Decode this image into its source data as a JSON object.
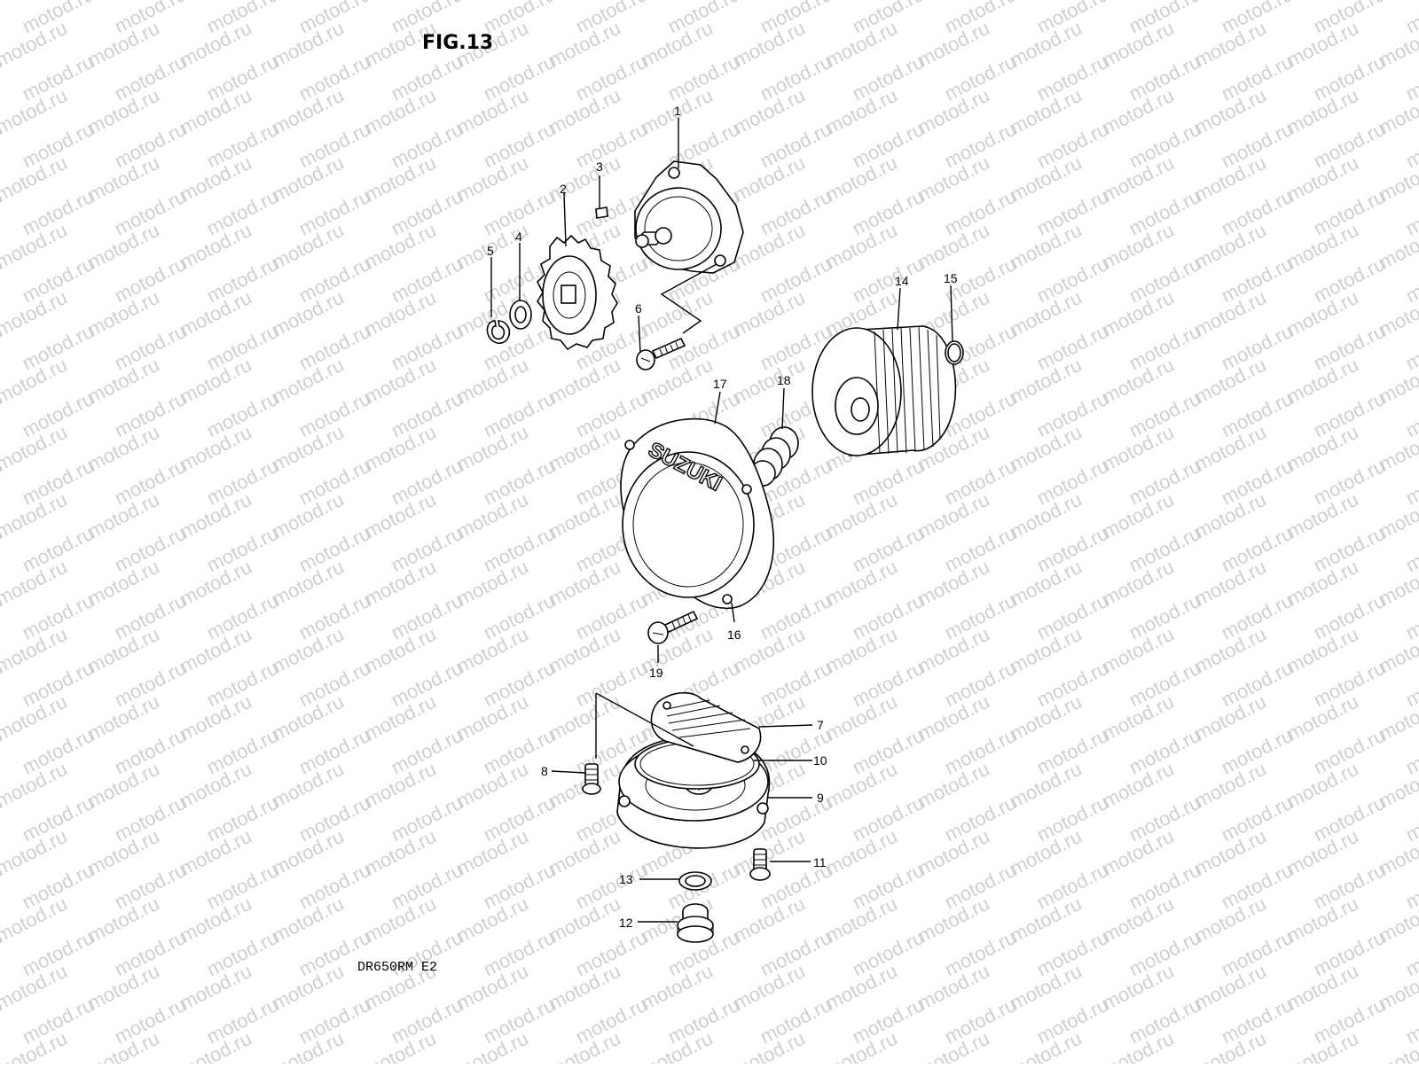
{
  "figure": {
    "title": "FIG.13",
    "model_code": "DR650RM E2",
    "watermark_text": "motod.ru",
    "cover_logo": "SUZUKI"
  },
  "callouts": [
    {
      "id": "c1",
      "label": "1"
    },
    {
      "id": "c2",
      "label": "2"
    },
    {
      "id": "c3",
      "label": "3"
    },
    {
      "id": "c4",
      "label": "4"
    },
    {
      "id": "c5",
      "label": "5"
    },
    {
      "id": "c6",
      "label": "6"
    },
    {
      "id": "c7",
      "label": "7"
    },
    {
      "id": "c8",
      "label": "8"
    },
    {
      "id": "c9",
      "label": "9"
    },
    {
      "id": "c10",
      "label": "10"
    },
    {
      "id": "c11",
      "label": "11"
    },
    {
      "id": "c12",
      "label": "12"
    },
    {
      "id": "c13",
      "label": "13"
    },
    {
      "id": "c14",
      "label": "14"
    },
    {
      "id": "c15",
      "label": "15"
    },
    {
      "id": "c16",
      "label": "16"
    },
    {
      "id": "c17",
      "label": "17"
    },
    {
      "id": "c18",
      "label": "18"
    },
    {
      "id": "c19",
      "label": "19"
    }
  ],
  "colors": {
    "line": "#000000",
    "background": "#ffffff",
    "watermark": "#cfcfcf"
  }
}
